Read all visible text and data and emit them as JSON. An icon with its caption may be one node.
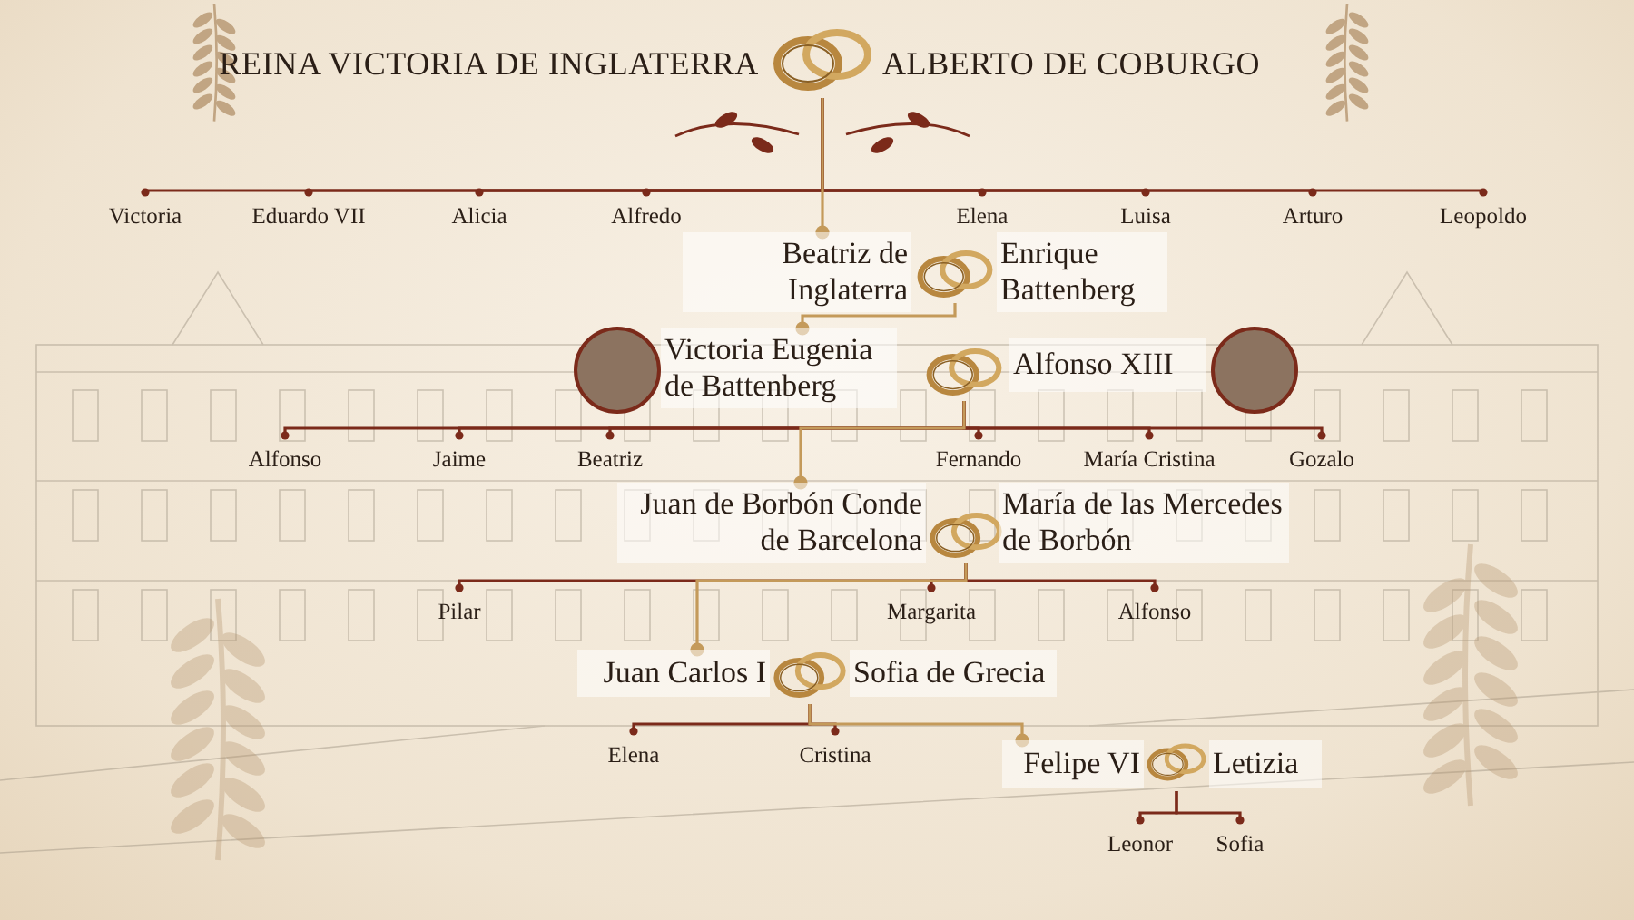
{
  "diagram": {
    "nodes": [
      {
        "text": [
          "REINA VICTORIA DE INGLATERRA"
        ]
      },
      {
        "text": [],
        "shape": "rings"
      },
      {
        "text": [
          "ALBERTO DE  COBURGO"
        ]
      },
      {
        "text": [
          "Victoria"
        ]
      },
      {
        "text": [
          "Eduardo VII"
        ]
      },
      {
        "text": [
          "Alicia"
        ]
      },
      {
        "text": [
          "Alfredo"
        ]
      },
      {
        "text": [
          "Elena"
        ]
      },
      {
        "text": [
          "Luisa"
        ]
      },
      {
        "text": [
          "Arturo"
        ]
      },
      {
        "text": [
          "Leopoldo"
        ]
      },
      {
        "text": [
          "Beatriz de Inglaterra"
        ]
      },
      {
        "text": [],
        "shape": "rings"
      },
      {
        "text": [
          "Enrique Battenberg"
        ]
      },
      {
        "text": [
          "Victoria Eugenia de Battenberg"
        ]
      },
      {
        "text": [],
        "shape": "rings"
      },
      {
        "text": [
          "Alfonso XIII"
        ]
      },
      {
        "text": [
          "Alfonso"
        ]
      },
      {
        "text": [
          "Jaime"
        ]
      },
      {
        "text": [
          "Beatriz"
        ]
      },
      {
        "text": [
          "Fernando"
        ]
      },
      {
        "text": [
          "María Cristina"
        ]
      },
      {
        "text": [
          "Gozalo"
        ]
      },
      {
        "text": [
          "Juan de Borbón Conde de Barcelona"
        ]
      },
      {
        "text": [],
        "shape": "rings"
      },
      {
        "text": [
          "María de las Mercedes de Borbón"
        ]
      },
      {
        "text": [
          "Pilar"
        ]
      },
      {
        "text": [
          "Margarita"
        ]
      },
      {
        "text": [
          "Alfonso"
        ]
      },
      {
        "text": [
          "Juan Carlos I"
        ]
      },
      {
        "text": [],
        "shape": "rings"
      },
      {
        "text": [
          "Sofia de Grecia"
        ]
      },
      {
        "text": [
          "Elena"
        ]
      },
      {
        "text": [
          "Cristina"
        ]
      },
      {
        "text": [
          "Felipe VI"
        ]
      },
      {
        "text": [],
        "shape": "rings"
      },
      {
        "text": [
          "Letizia"
        ]
      },
      {
        "text": [
          "Leonor"
        ]
      },
      {
        "text": [
          "Sofia"
        ]
      }
    ],
    "edges": [
      {
        "from": 1,
        "to": 3,
        "arrow": "other"
      },
      {
        "from": 1,
        "to": 4,
        "arrow": "other"
      },
      {
        "from": 1,
        "to": 5,
        "arrow": "other"
      },
      {
        "from": 1,
        "to": 6,
        "arrow": "other"
      },
      {
        "from": 1,
        "to": 7,
        "arrow": "other"
      },
      {
        "from": 1,
        "to": 8,
        "arrow": "other"
      },
      {
        "from": 1,
        "to": 9,
        "arrow": "other"
      },
      {
        "from": 1,
        "to": 10,
        "arrow": "other"
      },
      {
        "from": 1,
        "to": 11,
        "arrow": "other",
        "color": "#c49a5a"
      },
      {
        "from": 12,
        "to": 14,
        "arrow": "other",
        "color": "#c49a5a"
      },
      {
        "from": 15,
        "to": 17,
        "arrow": "other"
      },
      {
        "from": 15,
        "to": 18,
        "arrow": "other"
      },
      {
        "from": 15,
        "to": 19,
        "arrow": "other"
      },
      {
        "from": 15,
        "to": 20,
        "arrow": "other"
      },
      {
        "from": 15,
        "to": 21,
        "arrow": "other"
      },
      {
        "from": 15,
        "to": 22,
        "arrow": "other"
      },
      {
        "from": 15,
        "to": 23,
        "arrow": "other",
        "color": "#c49a5a"
      },
      {
        "from": 24,
        "to": 26,
        "arrow": "other"
      },
      {
        "from": 24,
        "to": 27,
        "arrow": "other"
      },
      {
        "from": 24,
        "to": 28,
        "arrow": "other"
      },
      {
        "from": 24,
        "to": 29,
        "arrow": "other",
        "color": "#c49a5a"
      },
      {
        "from": 30,
        "to": 32,
        "arrow": "other"
      },
      {
        "from": 30,
        "to": 33,
        "arrow": "other"
      },
      {
        "from": 30,
        "to": 34,
        "arrow": "other",
        "color": "#c49a5a"
      },
      {
        "from": 35,
        "to": 37,
        "arrow": "other"
      },
      {
        "from": 35,
        "to": 38,
        "arrow": "other"
      }
    ]
  }
}
